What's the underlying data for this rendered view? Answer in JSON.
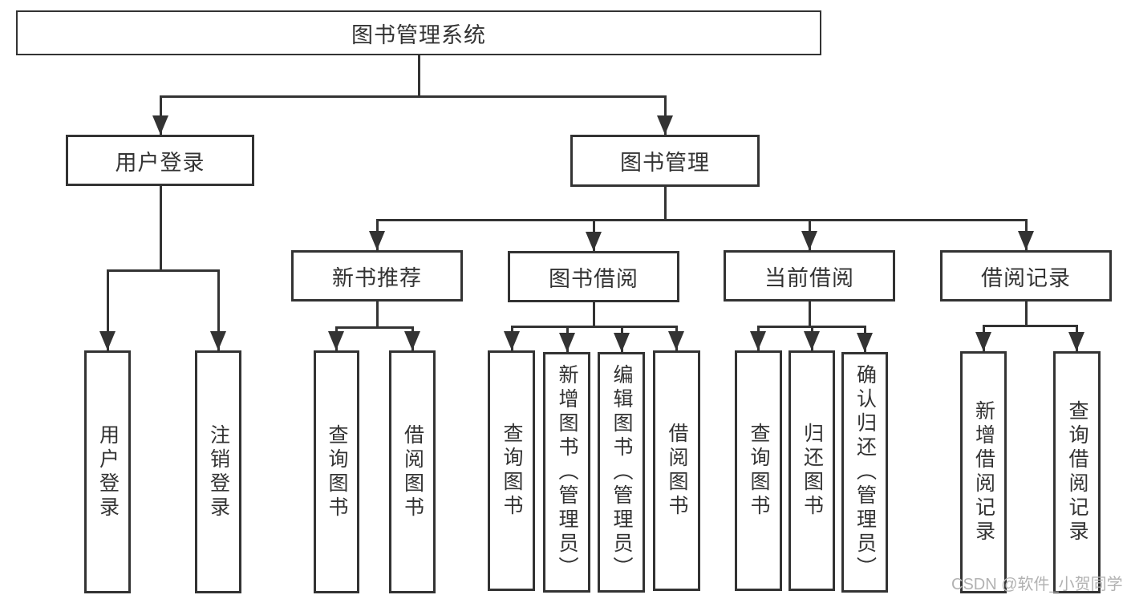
{
  "diagram": {
    "title": "图书管理系统",
    "root": {
      "label": "图书管理系统"
    },
    "level2": [
      {
        "label": "用户登录"
      },
      {
        "label": "图书管理"
      }
    ],
    "level3": [
      {
        "label": "新书推荐"
      },
      {
        "label": "图书借阅"
      },
      {
        "label": "当前借阅"
      },
      {
        "label": "借阅记录"
      }
    ],
    "leaves": {
      "user_login": [
        "用户登录",
        "注销登录"
      ],
      "new_books": [
        "查询图书",
        "借阅图书"
      ],
      "book_borrow": [
        "查询图书",
        "新增图书（管理员）",
        "编辑图书（管理员）",
        "借阅图书"
      ],
      "current_borrow": [
        "查询图书",
        "归还图书",
        "确认归还（管理员）"
      ],
      "borrow_records": [
        "新增借阅记录",
        "查询借阅记录"
      ]
    }
  },
  "watermark": {
    "text": "CSDN @软件_小贺同学",
    "color": "#b2b2b2"
  },
  "colors": {
    "line": "#333333",
    "box_border": "#333333",
    "text": "#333333",
    "background": "#ffffff"
  }
}
